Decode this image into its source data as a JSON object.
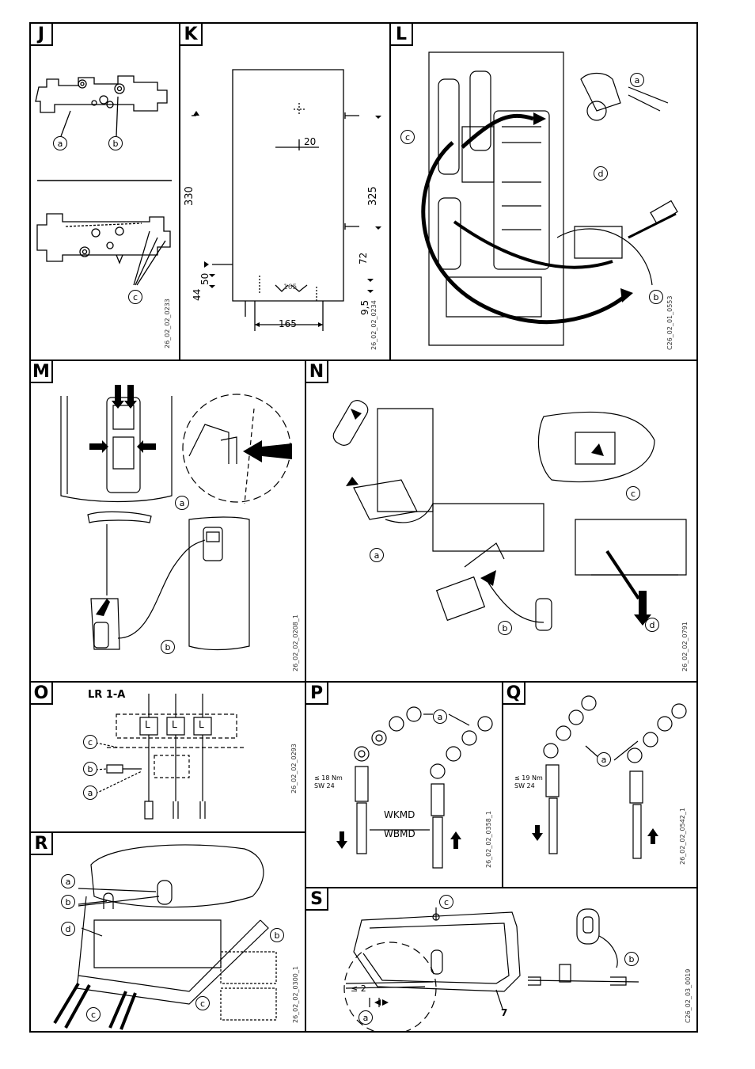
{
  "panels": {
    "J": {
      "label": "J",
      "callouts": [
        "a",
        "b",
        "c"
      ],
      "code": "26_02_02_0233"
    },
    "K": {
      "label": "K",
      "dims": {
        "d20": "20",
        "d330": "330",
        "d325": "325",
        "d72": "72",
        "d50": "50",
        "d44": "44",
        "d9_5": "9,5",
        "d165": "165",
        "d165b": "165"
      },
      "code": "26_02_02_0234"
    },
    "L": {
      "label": "L",
      "callouts": [
        "a",
        "b",
        "c",
        "d"
      ],
      "code": "C26_02_01_0553"
    },
    "M": {
      "label": "M",
      "callouts": [
        "a",
        "b"
      ],
      "code": "26_02_02_0208_1"
    },
    "N": {
      "label": "N",
      "callouts": [
        "a",
        "b",
        "c",
        "d"
      ],
      "code": "26_02_02_0791"
    },
    "O": {
      "label": "O",
      "title": "LR 1-A",
      "terminals": [
        "L",
        "L",
        "L"
      ],
      "callouts": [
        "c",
        "b",
        "a"
      ],
      "code": "26_02_02_0293"
    },
    "P": {
      "label": "P",
      "torque": "≤ 18 Nm",
      "wrench": "SW 24",
      "model1": "WKMD",
      "model2": "WBMD",
      "callouts": [
        "a"
      ],
      "code": "26_02_02_0358_1"
    },
    "Q": {
      "label": "Q",
      "torque": "≤ 19 Nm",
      "wrench": "SW 24",
      "callouts": [
        "a"
      ],
      "code": "26_02_02_0542_1"
    },
    "R": {
      "label": "R",
      "callouts": [
        "a",
        "b",
        "d",
        "c",
        "b",
        "c"
      ],
      "code": "26_02_02_0300_1"
    },
    "S": {
      "label": "S",
      "callouts": [
        "c",
        "a",
        "b"
      ],
      "dim": "≤ 2",
      "number": "7",
      "code": "C26_02_03_0019"
    }
  }
}
